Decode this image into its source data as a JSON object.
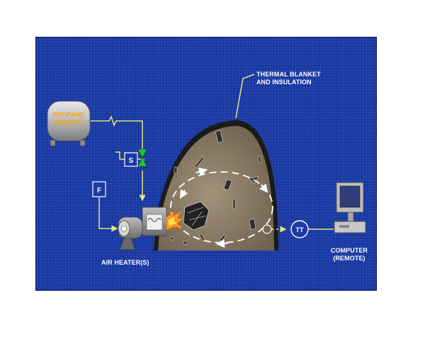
{
  "labels": {
    "thermal_blanket": [
      "THERMAL BLANKET",
      "AND INSULATION"
    ],
    "propane": [
      "PROPANE",
      "(REMOTE)"
    ],
    "air_heater": "AIR HEATER(S)",
    "computer": [
      "COMPUTER",
      "(REMOTE)"
    ],
    "solenoid": "S",
    "flow": "F",
    "temp_transmitter": "TT"
  },
  "colors": {
    "background": "#1a3aa6",
    "line": "#e6e67a",
    "valve": "#22c33a",
    "flame": "#ff9a1a",
    "mound": "#8c7b64",
    "blanket": "#1b1b1b"
  }
}
